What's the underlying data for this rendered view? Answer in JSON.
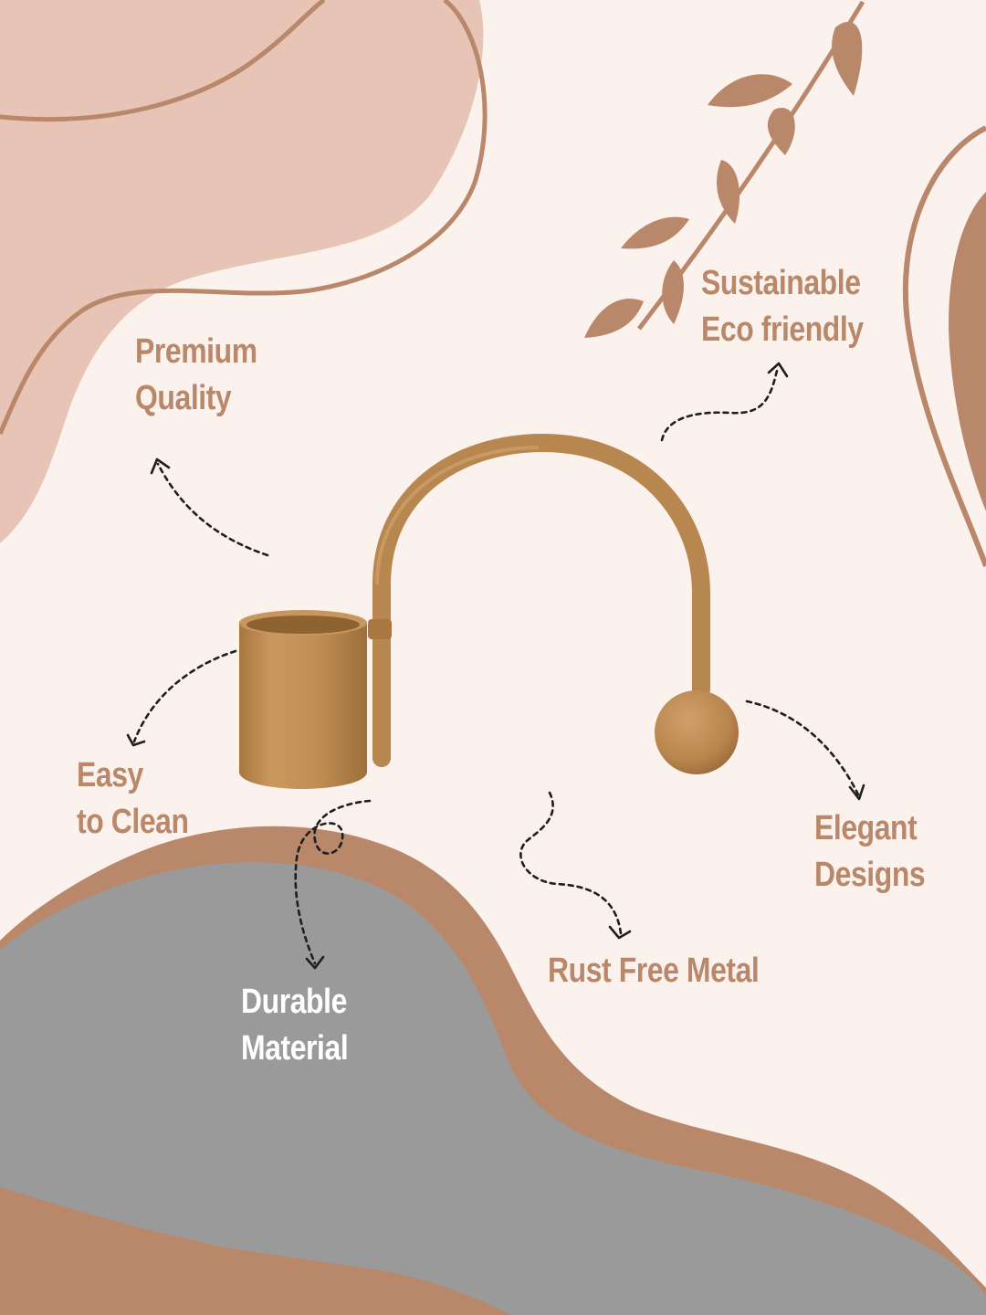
{
  "colors": {
    "background": "#fbf2ee",
    "blush": "#e7c4b5",
    "accent": "#b98769",
    "gray": "#9a9a9a",
    "gold": "#c08f55",
    "white": "#ffffff"
  },
  "features": {
    "premium": {
      "line1": "Premium",
      "line2": "Quality"
    },
    "sustainable": {
      "line1": "Sustainable",
      "line2": "Eco friendly"
    },
    "easy_clean": {
      "line1": "Easy",
      "line2": "to Clean"
    },
    "elegant": {
      "line1": "Elegant",
      "line2": "Designs"
    },
    "rust_free": {
      "line1": "Rust Free Metal"
    },
    "durable": {
      "line1": "Durable",
      "line2": "Material"
    }
  },
  "decor": {
    "product_icon": "candle-holder-icon",
    "branch_icon": "leaf-branch-icon",
    "arrow_icon": "dotted-arrow-icon"
  }
}
